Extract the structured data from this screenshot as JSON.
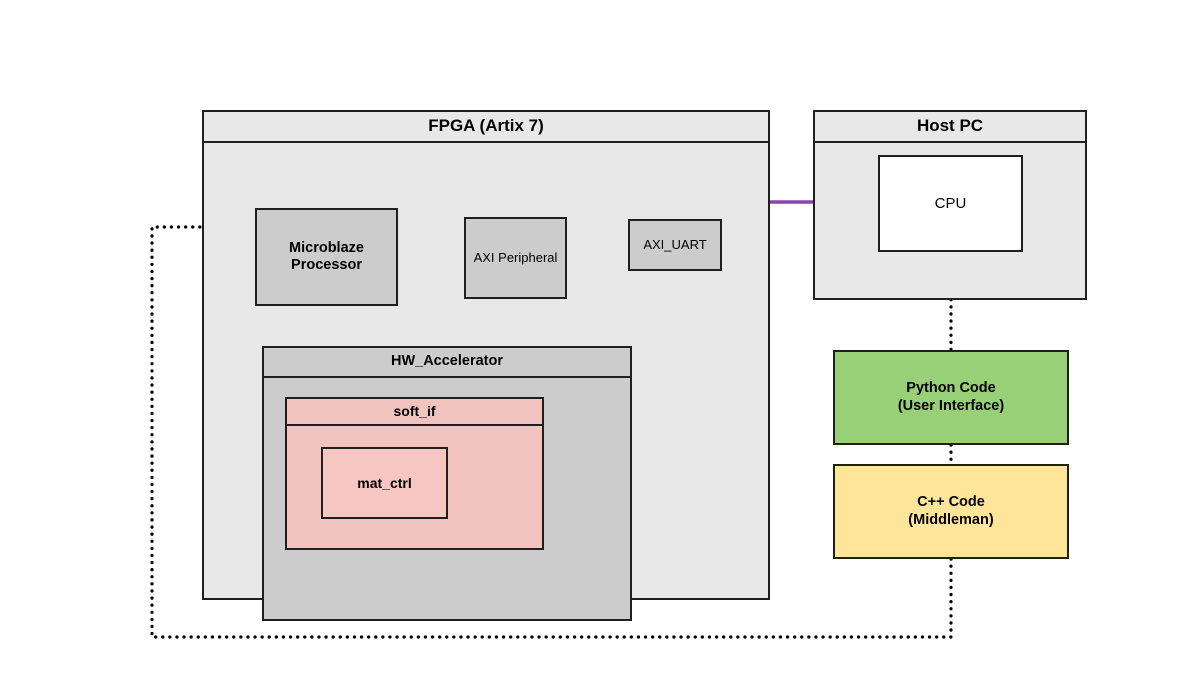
{
  "diagram": {
    "title": "FPGA / Host PC hardware-accelerator architecture block diagram",
    "colors": {
      "container_fill": "#e8e8e8",
      "block_fill": "#cccccc",
      "soft_if_fill": "#f2c4bf",
      "mat_ctrl_fill": "#f6c7c2",
      "cpu_fill": "#ffffff",
      "python_fill": "#97d077",
      "cpp_fill": "#ffe599",
      "stroke": "#1f1f1f",
      "axi_arrow": "#1f77b4",
      "uart_arrow": "#8e44ad",
      "dotted_link": "#000000",
      "background": "#ffffff"
    }
  },
  "fpga": {
    "title": "FPGA (Artix 7)",
    "blocks": {
      "microblaze": {
        "label_line1": "Microblaze",
        "label_line2": "Processor"
      },
      "axi_peripheral": {
        "label": "AXI Peripheral"
      },
      "axi_uart": {
        "label": "AXI_UART"
      }
    },
    "hw_accelerator": {
      "title": "HW_Accelerator",
      "soft_if": {
        "title": "soft_if",
        "mat_ctrl": {
          "label": "mat_ctrl"
        }
      }
    }
  },
  "host_pc": {
    "title": "Host PC",
    "cpu": {
      "label": "CPU"
    }
  },
  "software": [
    {
      "label_line1": "Python Code",
      "label_line2": "(User Interface)"
    },
    {
      "label_line1": "C++ Code",
      "label_line2": "(Middleman)"
    }
  ],
  "connections": [
    {
      "id": "microblaze-axi-peripheral",
      "style": "solid-blue",
      "arrows": "both"
    },
    {
      "id": "axi-peripheral-axi-uart",
      "style": "solid-blue",
      "arrows": "both"
    },
    {
      "id": "axi-uart-cpu",
      "style": "solid-purple",
      "arrows": "both"
    },
    {
      "id": "axi-peripheral-hw-accelerator",
      "style": "solid-blue-routed",
      "arrows": "single"
    },
    {
      "id": "cpu-python-code",
      "style": "dotted",
      "arrows": "none"
    },
    {
      "id": "python-code-cpp-code",
      "style": "dotted",
      "arrows": "none"
    },
    {
      "id": "cpp-code-microblaze",
      "style": "dotted-routed",
      "arrows": "none"
    }
  ]
}
